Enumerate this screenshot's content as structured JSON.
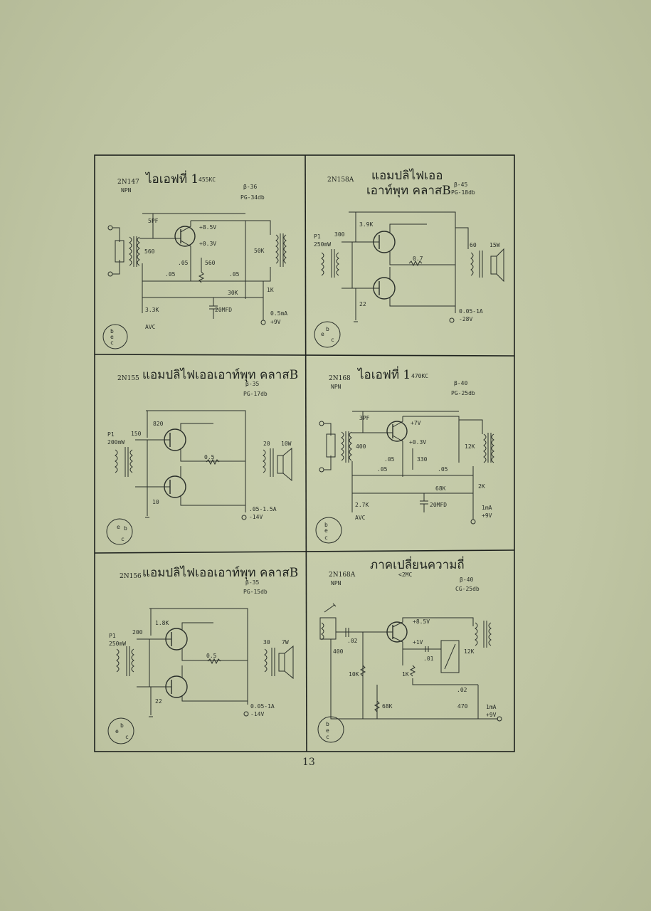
{
  "page_number": "13",
  "panels": [
    {
      "model": "2N147",
      "type": "NPN",
      "title": "ไอเอฟที่ 1",
      "freq": "455KC",
      "beta": "β-36",
      "gain": "PG-34db",
      "labels": [
        "5PF",
        "+8.5V",
        "+0.3V",
        "560",
        ".05",
        "560",
        "50K",
        ".05",
        ".05",
        "30K",
        "1K",
        "3.3K",
        "AVC",
        "20MFD",
        "0.5mA",
        "+9V"
      ],
      "pins": [
        "b",
        "e",
        "c"
      ]
    },
    {
      "model": "2N158A",
      "type": "",
      "title": "แอมปลิไฟเออ",
      "title2": "เอาท์พุท คลาสB",
      "beta": "β-45",
      "gain": "PG-18db",
      "labels": [
        "3.9K",
        "300",
        "P1",
        "250mW",
        "0.7",
        "60",
        "15W",
        "22",
        "0.05-1A",
        "-28V"
      ],
      "pins": [
        "e",
        "b",
        "c"
      ]
    },
    {
      "model": "2N155",
      "title": "แอมปลิไฟเออเอาท์พุท คลาสB",
      "beta": "β-35",
      "gain": "PG-17db",
      "labels": [
        "820",
        "150",
        "P1",
        "200mW",
        "0.5",
        "20",
        "10W",
        "10",
        ".05-1.5A",
        "-14V"
      ],
      "pins": [
        "e",
        "b",
        "c"
      ]
    },
    {
      "model": "2N168",
      "type": "NPN",
      "title": "ไอเอฟที่ 1",
      "freq": "470KC",
      "beta": "β-40",
      "gain": "PG-25db",
      "labels": [
        "3PF",
        "+7V",
        "+0.3V",
        "400",
        ".05",
        "330",
        "12K",
        ".05",
        ".05",
        "68K",
        "2K",
        "2.7K",
        "AVC",
        "20MFD",
        "1mA",
        "+9V"
      ],
      "pins": [
        "b",
        "e",
        "c"
      ]
    },
    {
      "model": "2N156",
      "title": "แอมปลิไฟเออเอาท์พุท คลาสB",
      "beta": "β-35",
      "gain": "PG-15db",
      "labels": [
        "1.8K",
        "200",
        "P1",
        "250mW",
        "0.5",
        "30",
        "7W",
        "22",
        "0.05-1A",
        "-14V"
      ],
      "pins": [
        "e",
        "b",
        "c"
      ]
    },
    {
      "model": "2N168A",
      "type": "NPN",
      "title": "ภาคเปลี่ยนความถี่",
      "freq": "<2MC",
      "beta": "β-40",
      "gain": "CG-25db",
      "labels": [
        "+8.5V",
        ".02",
        "+1V",
        ".01",
        "12K",
        "400",
        "10K",
        "1K",
        ".02",
        "68K",
        "470",
        "1mA",
        "+9V"
      ],
      "pins": [
        "b",
        "e",
        "c"
      ]
    }
  ]
}
